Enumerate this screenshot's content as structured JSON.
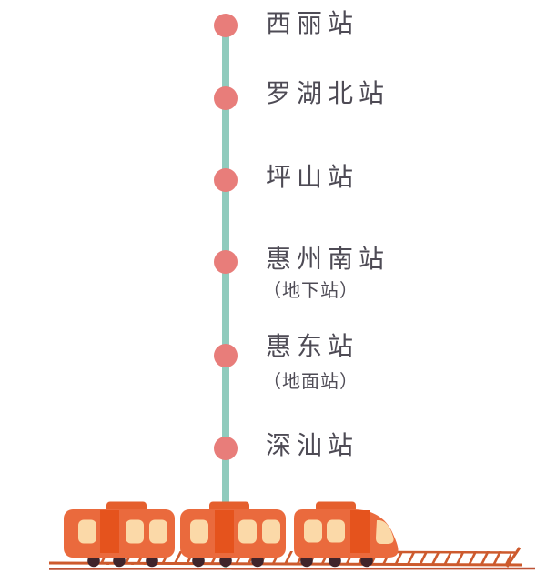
{
  "diagram": {
    "type": "vertical-transit-route-map",
    "line_color": "#90cbbd",
    "station_dot_color": "#e87d7a",
    "label_color": "#4e4b55",
    "stations": [
      {
        "name": "西丽站"
      },
      {
        "name": "罗湖北站"
      },
      {
        "name": "坪山站"
      },
      {
        "name": "惠州南站",
        "sub": "（地下站）"
      },
      {
        "name": "惠东站",
        "sub": "（地面站）"
      },
      {
        "name": "深汕站"
      }
    ]
  },
  "train": {
    "icon": "train-icon",
    "cars": 3,
    "body_color": "#ea6a3d",
    "roof_color": "#e55f2d",
    "door_color": "#e5531d",
    "window_color": "#fbd9a8",
    "wheel_color": "#40242b",
    "track_color": "#cd5a2d",
    "track_base_color": "#b84426"
  }
}
